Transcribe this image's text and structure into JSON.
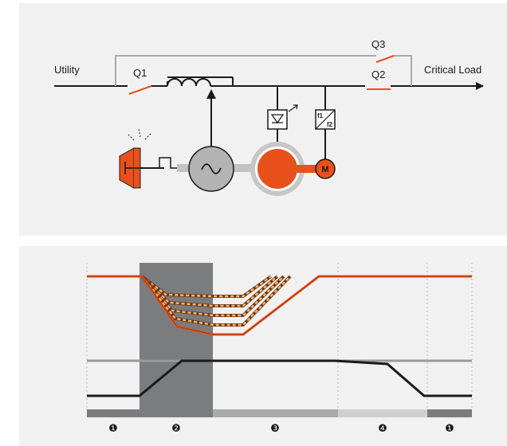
{
  "schematic": {
    "utility_label": "Utility",
    "critical_load_label": "Critical Load",
    "q1_label": "Q1",
    "q2_label": "Q2",
    "q3_label": "Q3",
    "motor_label": "M",
    "freq_converter_top": "f1",
    "freq_converter_bottom": "f2"
  },
  "timeline": {
    "phase_markers": [
      "❶",
      "❷",
      "❸",
      "❹",
      "❶"
    ]
  },
  "colors": {
    "accent_orange": "#e8501c",
    "panel_bg": "#f1f1f1",
    "shade_dark": "#7a7c7e",
    "line_dark": "#1a1a1a"
  }
}
